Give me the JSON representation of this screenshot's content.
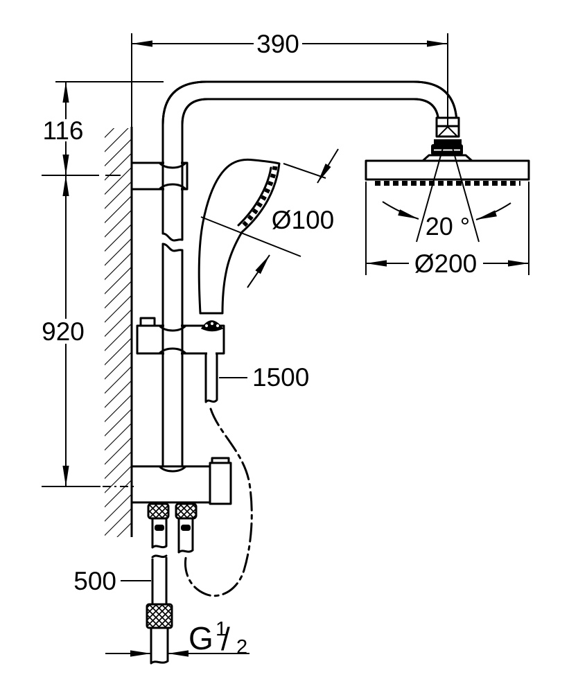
{
  "drawing": {
    "background_color": "#ffffff",
    "line_color": "#000000",
    "labels": {
      "top_width": "390",
      "top_offset": "116",
      "rail_height": "920",
      "hand_shower_diameter": "Ø100",
      "head_shower_angle": "20 °",
      "head_shower_diameter": "Ø200",
      "shower_hose_length": "1500",
      "inlet_hose_length": "500",
      "thread_prefix": "G",
      "thread_numerator": "1",
      "thread_slash": "/",
      "thread_denominator": "2"
    }
  }
}
